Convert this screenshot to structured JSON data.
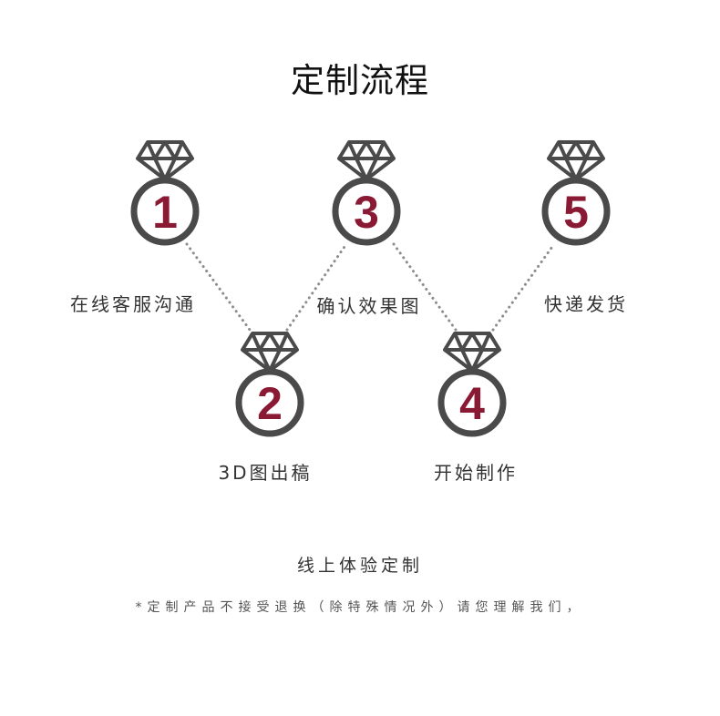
{
  "title": "定制流程",
  "colors": {
    "ring": "#4a4a4a",
    "number": "#8a1a33",
    "connector": "#8c8c8c",
    "text": "#333333"
  },
  "steps": [
    {
      "number": "1",
      "label": "在线客服沟通",
      "icon": "diamond-ring-icon"
    },
    {
      "number": "2",
      "label": "3D图出稿",
      "icon": "diamond-ring-icon"
    },
    {
      "number": "3",
      "label": "确认效果图",
      "icon": "diamond-ring-icon"
    },
    {
      "number": "4",
      "label": "开始制作",
      "icon": "diamond-ring-icon"
    },
    {
      "number": "5",
      "label": "快递发货",
      "icon": "diamond-ring-icon"
    }
  ],
  "footer": {
    "main": "线上体验定制",
    "note": "*定制产品不接受退换（除特殊情况外）请您理解我们，"
  }
}
